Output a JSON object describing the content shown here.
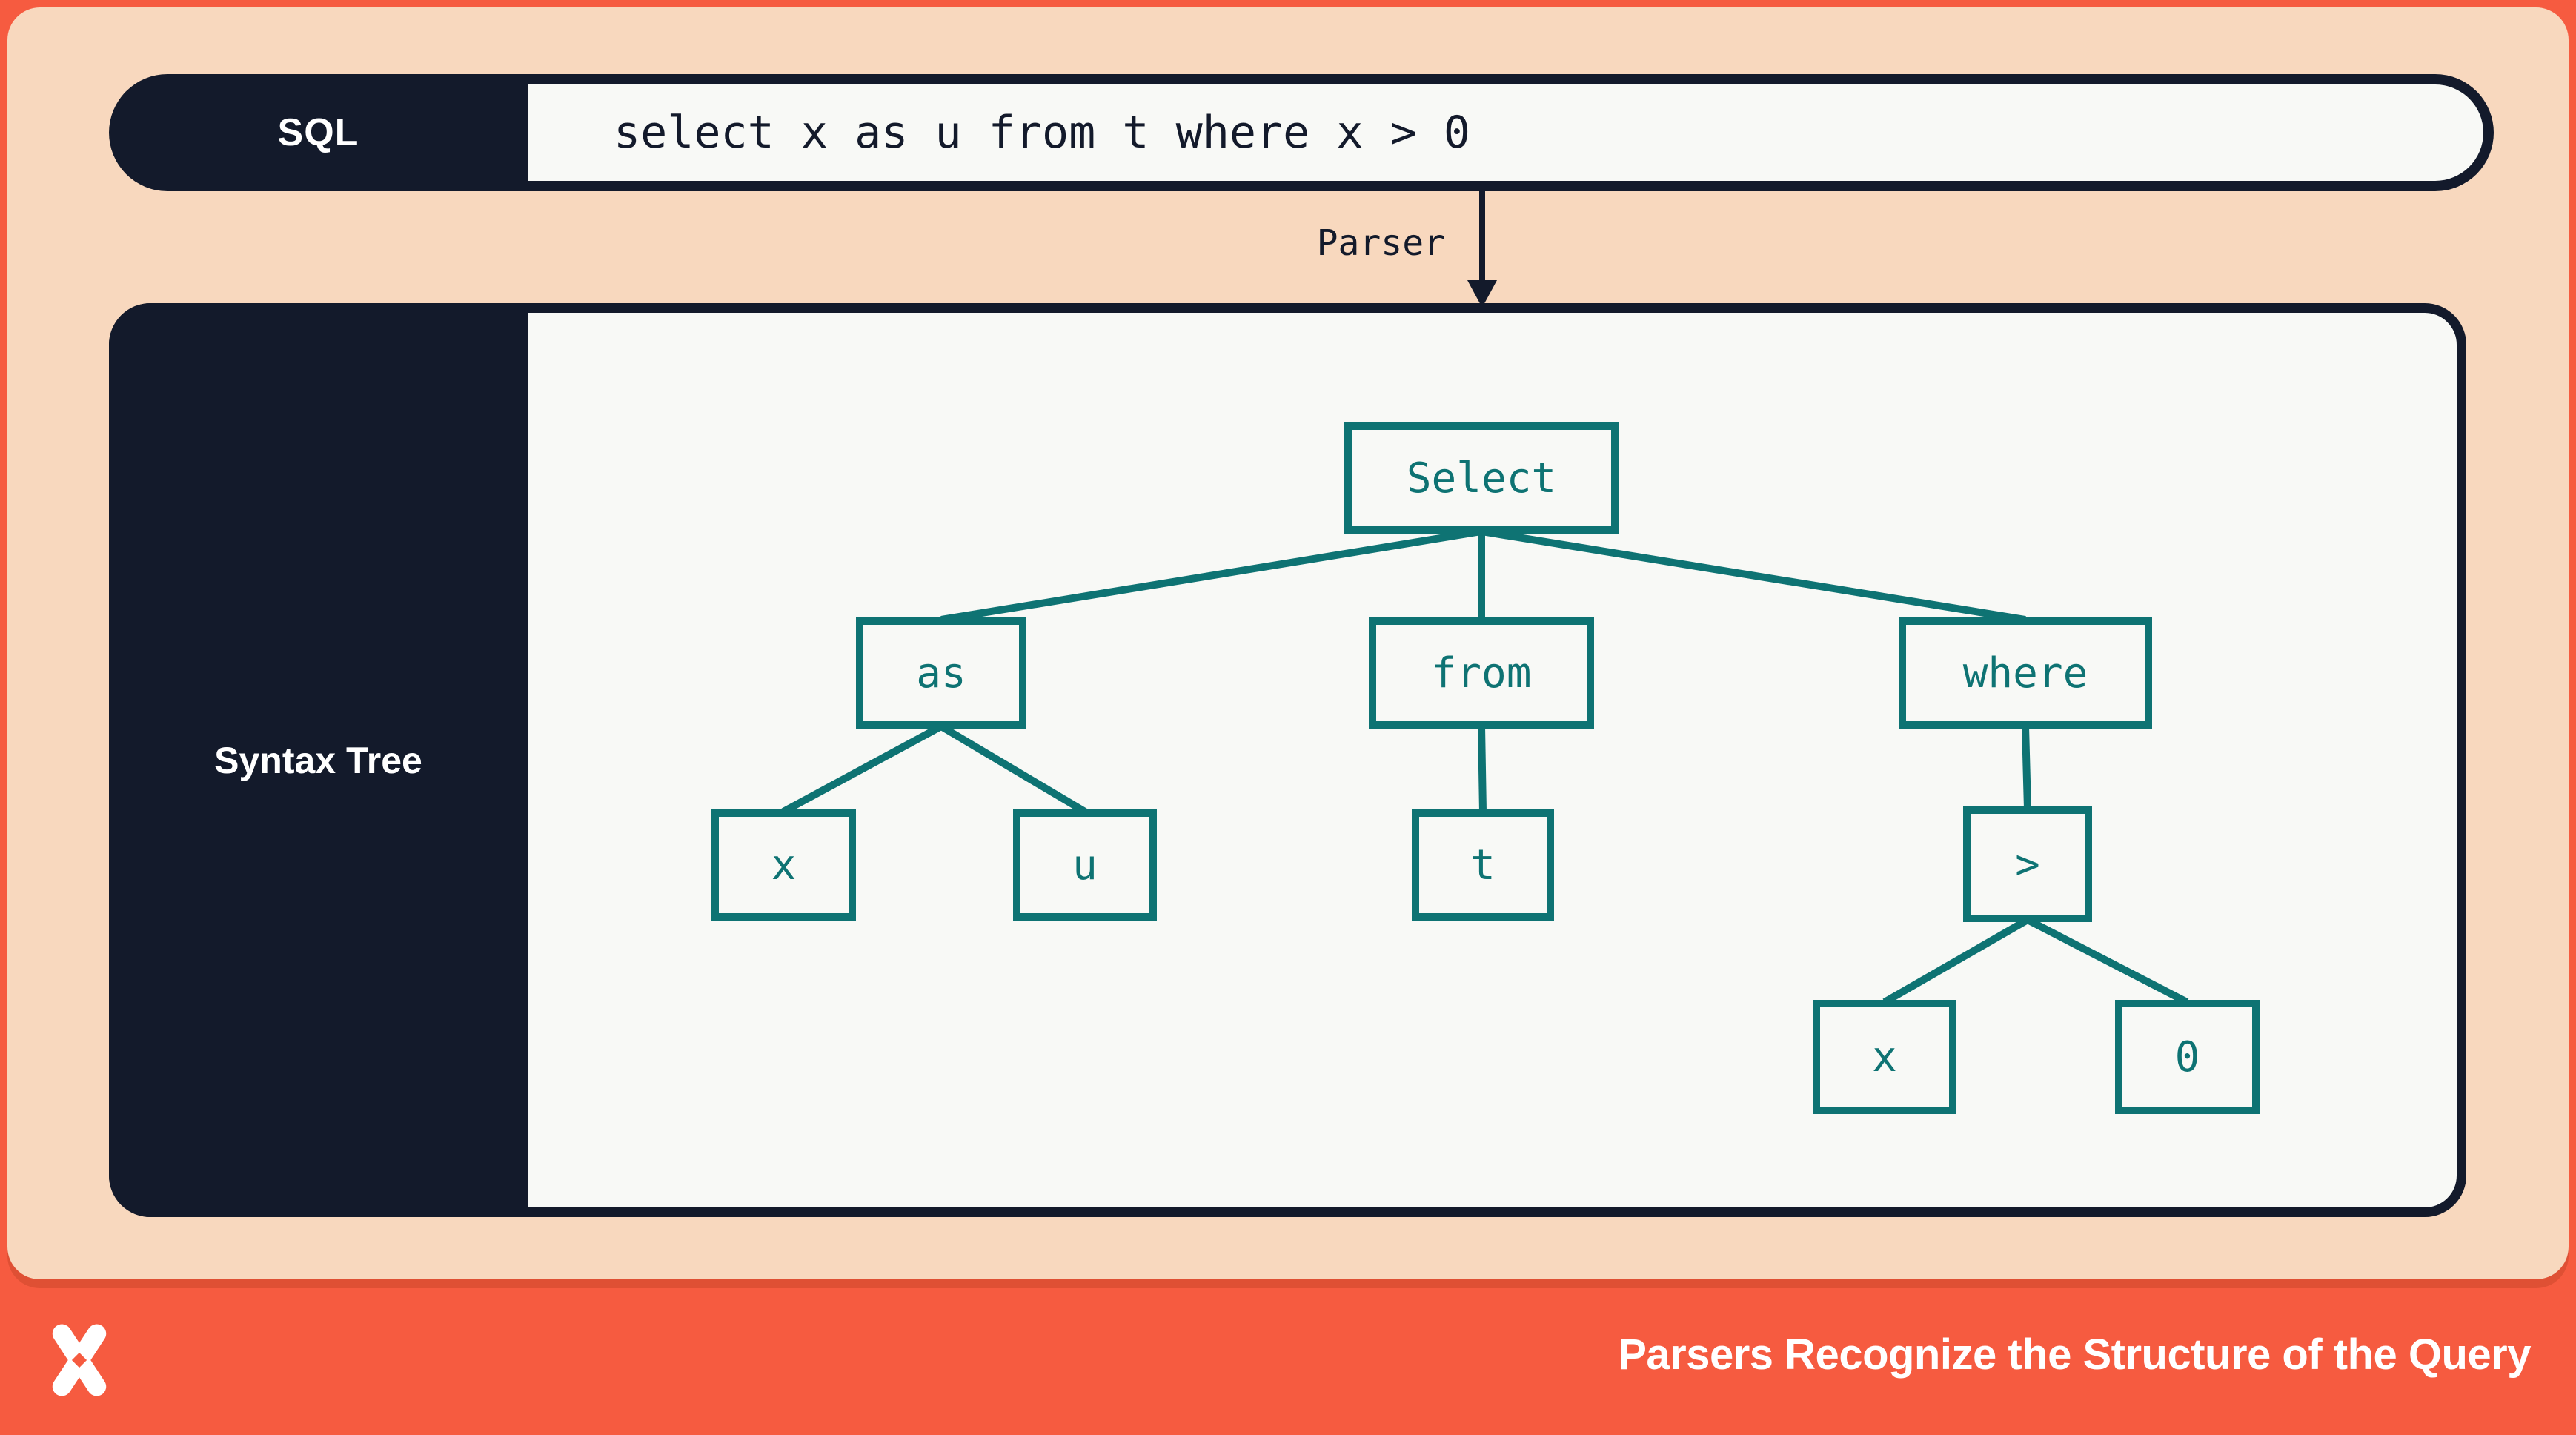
{
  "sql_bar": {
    "label": "SQL",
    "query": "select x as u from t where x > 0"
  },
  "parser": {
    "label": "Parser"
  },
  "syntax_tree": {
    "panel_label": "Syntax Tree",
    "nodes": {
      "select": "Select",
      "as": "as",
      "from": "from",
      "where": "where",
      "as_left": "x",
      "as_right": "u",
      "from_child": "t",
      "gt": ">",
      "gt_left": "x",
      "gt_right": "0"
    },
    "edges": [
      [
        "Select",
        "as"
      ],
      [
        "Select",
        "from"
      ],
      [
        "Select",
        "where"
      ],
      [
        "as",
        "x"
      ],
      [
        "as",
        "u"
      ],
      [
        "from",
        "t"
      ],
      [
        "where",
        ">"
      ],
      [
        ">",
        "x"
      ],
      [
        ">",
        "0"
      ]
    ]
  },
  "footer": {
    "title": "Parsers Recognize the Structure of the Query",
    "logo": "x-mark-logo"
  },
  "colors": {
    "coral": "#F65B40",
    "peach": "#F8D8BE",
    "navy": "#131A2B",
    "teal": "#0E7373",
    "panel_background": "#F8F9F6"
  }
}
